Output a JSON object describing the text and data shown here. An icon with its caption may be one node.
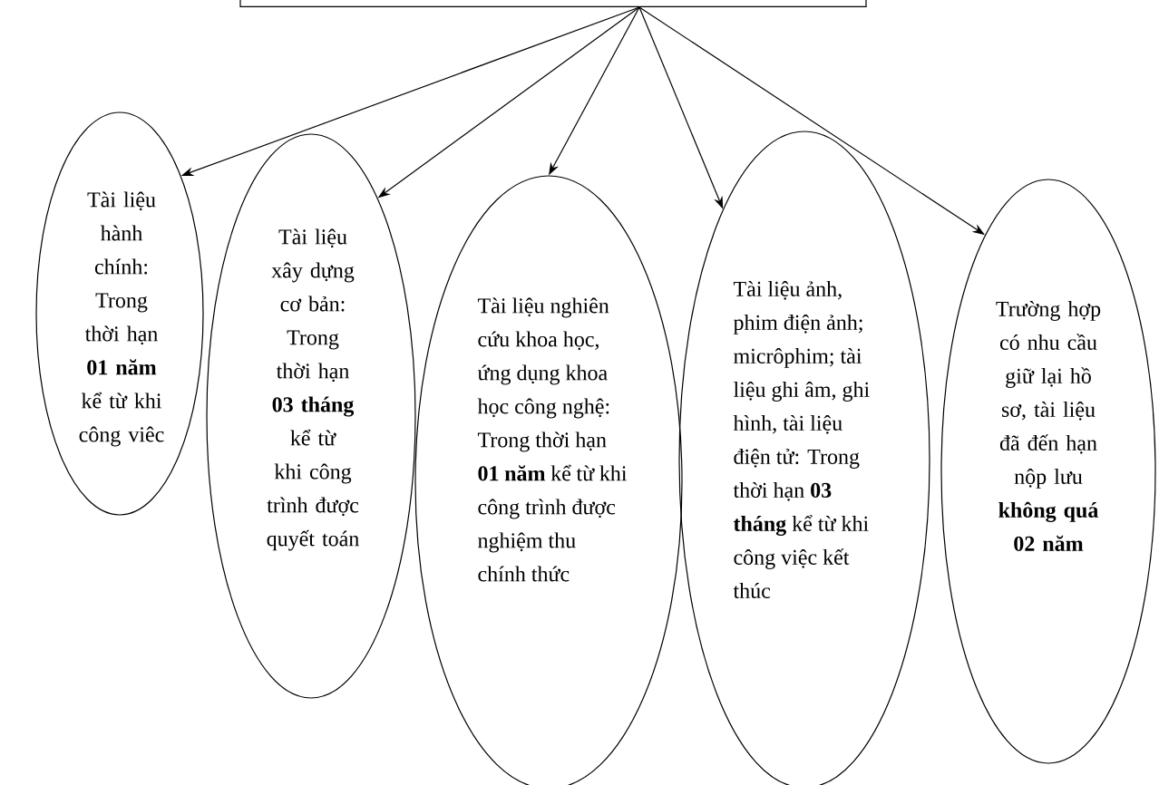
{
  "diagram": {
    "nodes": [
      {
        "text": [],
        "shape": "box"
      },
      {
        "text": [
          "Tài liệu hành chính: Trong thời hạn **01 năm** kể từ khi công viêc"
        ]
      },
      {
        "text": [
          "Tài liệu xây dựng cơ bản: Trong thời hạn **03 tháng** kể từ khi công trình được quyết toán"
        ]
      },
      {
        "text": [
          "Tài liệu nghiên cứu khoa học, ứng dụng khoa học công nghệ: Trong thời hạn **01 năm** kể từ khi công trình được nghiệm thu chính thức"
        ]
      },
      {
        "text": [
          "Tài liệu ảnh, phim điện ảnh; micrôphim; tài liệu ghi âm, ghi hình, tài liệu điện tử: Trong thời hạn **03 tháng** kể từ khi công việc kết  thúc"
        ]
      },
      {
        "text": [
          "Trường hợp có nhu cầu giữ lại hồ sơ, tài liệu đã đến hạn nộp lưu **không quá 02 năm**"
        ]
      }
    ],
    "edges": [
      {
        "from": 0,
        "to": 1,
        "arrow": "to"
      },
      {
        "from": 0,
        "to": 2,
        "arrow": "to"
      },
      {
        "from": 0,
        "to": 3,
        "arrow": "to"
      },
      {
        "from": 0,
        "to": 4,
        "arrow": "to"
      },
      {
        "from": 0,
        "to": 5,
        "arrow": "to"
      }
    ]
  }
}
